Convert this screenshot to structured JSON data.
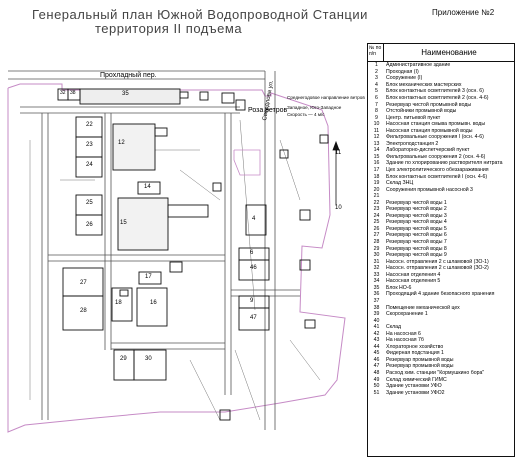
{
  "title_line1": "Генеральный план Южной Водопроводной Станции",
  "title_line2": "территория II подъема",
  "appendix": "Приложение №2",
  "street_label": "Прохладный пер.",
  "road_rose_label": "Роза ветров",
  "vertical_street": "Свердлова ул.",
  "wind_note_1": "Среднегодовое направление ветров",
  "wind_note_2": "Западное, Юго-Западное",
  "wind_note_3": "Скорость — 4 м/с",
  "legend": {
    "col_num": "№ по п/п",
    "col_name": "Наименование",
    "rows": [
      {
        "n": "1",
        "t": "Административное здание"
      },
      {
        "n": "2",
        "t": "Проходная (I)"
      },
      {
        "n": "3",
        "t": "Сооружение (I)"
      },
      {
        "n": "4",
        "t": "Блок механических мастерских"
      },
      {
        "n": "5",
        "t": "Блок контактных осветлителей 3 (осн. 6)"
      },
      {
        "n": "6",
        "t": "Блок контактных осветлителей 2 (осн. 4-6)"
      },
      {
        "n": "7",
        "t": "Резервуар чистой промывной воды"
      },
      {
        "n": "8",
        "t": "Отстойники промывной воды"
      },
      {
        "n": "9",
        "t": "Центр. питьевой пункт"
      },
      {
        "n": "10",
        "t": "Насосная станция смыва промывн. воды"
      },
      {
        "n": "11",
        "t": "Насосная станция промывной воды"
      },
      {
        "n": "12",
        "t": "Фильтровальные сооружения I (осн. 4-6)"
      },
      {
        "n": "13",
        "t": "Электроподстанция 2"
      },
      {
        "n": "14",
        "t": "Лабораторно-диспетчерский пункт"
      },
      {
        "n": "15",
        "t": "Фильтровальные сооружения 2 (осн. 4-6)"
      },
      {
        "n": "16",
        "t": "Здание по хлорированию растворителя нитрата"
      },
      {
        "n": "17",
        "t": "Цех электролитического обеззараживания"
      },
      {
        "n": "18",
        "t": "Блок контактных осветлителей I (осн. 4-6)"
      },
      {
        "n": "19",
        "t": "Склад ЗНЦ"
      },
      {
        "n": "20",
        "t": "Сооружения промывной насосной 3"
      },
      {
        "n": "21",
        "t": ""
      },
      {
        "n": "22",
        "t": "Резервуар чистой воды 1"
      },
      {
        "n": "23",
        "t": "Резервуар чистой воды 2"
      },
      {
        "n": "24",
        "t": "Резервуар чистой воды 3"
      },
      {
        "n": "25",
        "t": "Резервуар чистой воды 4"
      },
      {
        "n": "26",
        "t": "Резервуар чистой воды 5"
      },
      {
        "n": "27",
        "t": "Резервуар чистой воды 6"
      },
      {
        "n": "28",
        "t": "Резервуар чистой воды 7"
      },
      {
        "n": "29",
        "t": "Резервуар чистой воды 8"
      },
      {
        "n": "30",
        "t": "Резервуар чистой воды 9"
      },
      {
        "n": "31",
        "t": "Насосн. отправления 2 с шламовой (ЗО-1)"
      },
      {
        "n": "32",
        "t": "Насосн. отправления 2 с шламовой (ЗО-2)"
      },
      {
        "n": "33",
        "t": "Насосная отделения 4"
      },
      {
        "n": "34",
        "t": "Насосная отделения 5"
      },
      {
        "n": "35",
        "t": "Блок НО-6"
      },
      {
        "n": "36",
        "t": "Проходящий 4 здание безопасного хранения"
      },
      {
        "n": "37",
        "t": ""
      },
      {
        "n": "38",
        "t": "Помещение механической цех"
      },
      {
        "n": "39",
        "t": "Скорохранение 1"
      },
      {
        "n": "40",
        "t": ""
      },
      {
        "n": "41",
        "t": "Склад"
      },
      {
        "n": "42",
        "t": "На насосная 6"
      },
      {
        "n": "43",
        "t": "На насосная 7б"
      },
      {
        "n": "44",
        "t": "Хлораторное хозяйство"
      },
      {
        "n": "45",
        "t": "Фидерная подстанция 1"
      },
      {
        "n": "46",
        "t": "Резервуар промывной воды"
      },
      {
        "n": "47",
        "t": "Резервуар промывной воды"
      },
      {
        "n": "48",
        "t": "Расход хим. станции \"Кормушкино бора\""
      },
      {
        "n": "49",
        "t": "Склад химический ГИМС"
      },
      {
        "n": "50",
        "t": "Здание установки УФО"
      },
      {
        "n": "51",
        "t": "Здание установки УФО2"
      }
    ]
  },
  "buildings": [
    {
      "id": "b35",
      "label": "35"
    },
    {
      "id": "b38",
      "label": "38"
    },
    {
      "id": "b32",
      "label": "32"
    },
    {
      "id": "b22",
      "label": "22"
    },
    {
      "id": "b23",
      "label": "23"
    },
    {
      "id": "b24",
      "label": "24"
    },
    {
      "id": "b25",
      "label": "25"
    },
    {
      "id": "b26",
      "label": "26"
    },
    {
      "id": "b27",
      "label": "27"
    },
    {
      "id": "b28",
      "label": "28"
    },
    {
      "id": "b12",
      "label": "12"
    },
    {
      "id": "b14",
      "label": "14"
    },
    {
      "id": "b15",
      "label": "15"
    },
    {
      "id": "b17",
      "label": "17"
    },
    {
      "id": "b18",
      "label": "18"
    },
    {
      "id": "b16",
      "label": "16"
    },
    {
      "id": "b29",
      "label": "29"
    },
    {
      "id": "b30",
      "label": "30"
    },
    {
      "id": "b4",
      "label": "4"
    },
    {
      "id": "b6",
      "label": "6"
    },
    {
      "id": "b46",
      "label": "46"
    },
    {
      "id": "b9",
      "label": "9"
    },
    {
      "id": "b47",
      "label": "47"
    },
    {
      "id": "b10",
      "label": "10"
    },
    {
      "id": "b11",
      "label": "11"
    }
  ]
}
